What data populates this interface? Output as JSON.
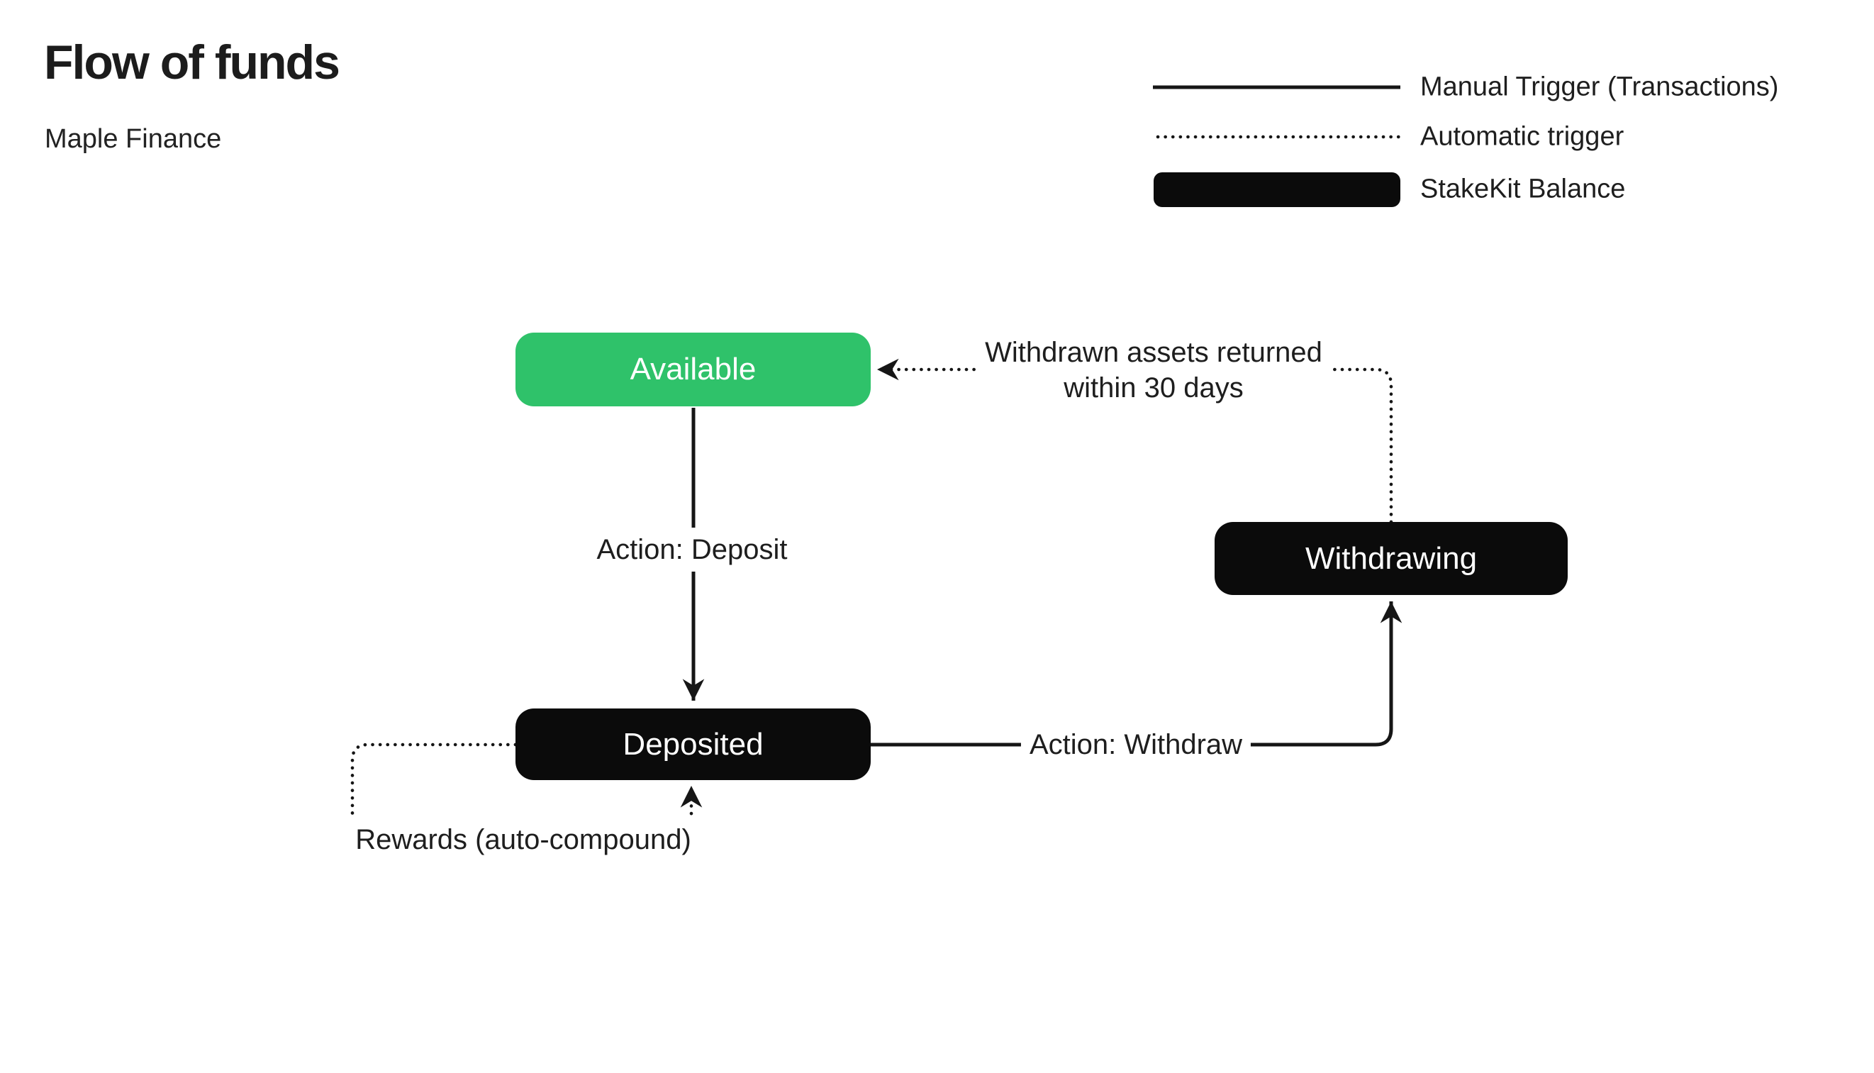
{
  "page": {
    "title": "Flow of funds",
    "subtitle": "Maple Finance"
  },
  "legend": {
    "items": [
      {
        "id": "manual-trigger",
        "swatch": "solid-line",
        "label": "Manual Trigger (Transactions)"
      },
      {
        "id": "automatic-trigger",
        "swatch": "dotted-line",
        "label": "Automatic trigger"
      },
      {
        "id": "stakekit-balance",
        "swatch": "filled-pill",
        "label": "StakeKit Balance"
      }
    ]
  },
  "diagram": {
    "nodes": [
      {
        "id": "available",
        "label": "Available",
        "fill": "#2FC26A",
        "text_color": "#FFFFFF"
      },
      {
        "id": "deposited",
        "label": "Deposited",
        "fill": "#0B0B0B",
        "text_color": "#FFFFFF"
      },
      {
        "id": "withdrawing",
        "label": "Withdrawing",
        "fill": "#0B0B0B",
        "text_color": "#FFFFFF"
      }
    ],
    "edges": [
      {
        "id": "deposit",
        "from": "Available",
        "to": "Deposited",
        "style": "solid",
        "trigger": "manual",
        "label": "Action: Deposit"
      },
      {
        "id": "withdraw",
        "from": "Deposited",
        "to": "Withdrawing",
        "style": "solid",
        "trigger": "manual",
        "label": "Action: Withdraw"
      },
      {
        "id": "return",
        "from": "Withdrawing",
        "to": "Available",
        "style": "dotted",
        "trigger": "automatic",
        "label_lines": [
          "Withdrawn assets returned",
          "within 30 days"
        ]
      },
      {
        "id": "rewards",
        "from": "Deposited",
        "to": "Deposited",
        "style": "dotted",
        "trigger": "automatic",
        "label": "Rewards (auto-compound)"
      }
    ]
  },
  "colors": {
    "accent_green": "#2FC26A",
    "node_black": "#0B0B0B",
    "line": "#161616",
    "text": "#1E1E1E",
    "background": "#FFFFFF"
  }
}
